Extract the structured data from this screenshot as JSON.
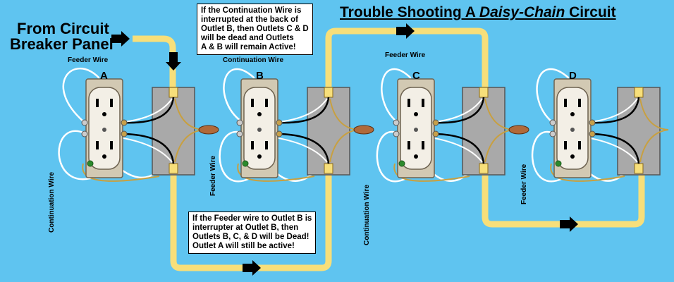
{
  "title": {
    "prefix": "Trouble Shooting A ",
    "emphasis": "Daisy-Chain",
    "suffix": " Circuit"
  },
  "source": {
    "line1": "From Circuit",
    "line2": "Breaker Panel"
  },
  "notes": {
    "continuation": {
      "lines": [
        "If the Continuation Wire is",
        "interrupted at the back of",
        "Outlet B, then Outlets C & D",
        "will be dead and Outlets",
        "A & B will remain Active!"
      ]
    },
    "feeder": {
      "lines": [
        "If the Feeder wire to Outlet B is",
        "interrupter at Outlet B, then",
        "Outlets B, C, & D will be Dead!",
        "Outlet A will still be active!"
      ]
    }
  },
  "outlets": [
    {
      "letter": "A",
      "top_label": "Feeder Wire",
      "side_label": "Continuation Wire"
    },
    {
      "letter": "B",
      "top_label": "Continuation Wire",
      "side_label": "Feeder Wire"
    },
    {
      "letter": "C",
      "top_label": "Feeder Wire",
      "side_label": "Continuation Wire"
    },
    {
      "letter": "D",
      "top_label": "",
      "side_label": "Feeder Wire"
    }
  ],
  "colors": {
    "background": "#5fc4f0",
    "circuit_conduit": "#f7df7a",
    "junction_box": "#a9a9a9",
    "receptacle": "#f3efe6",
    "mounting_strap": "#d2c9b3",
    "ground_wire": "#c8a040",
    "wire_nut": "#b06a3a",
    "feeder_loop": "#ffffff",
    "arrow": "#000000"
  },
  "icons": [
    "flow-arrow-icon",
    "wire-nut-icon",
    "ground-screw-icon"
  ]
}
